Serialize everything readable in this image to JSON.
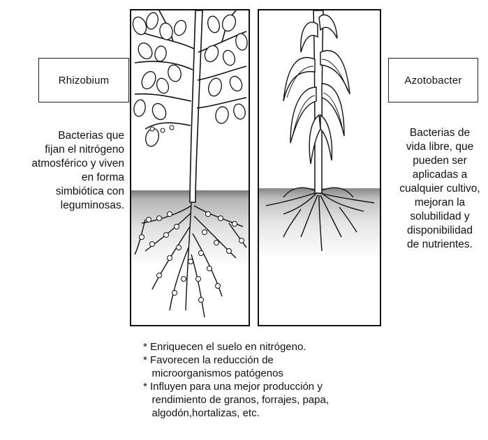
{
  "rhizobium": {
    "title": "Rhizobium",
    "description": [
      "Bacterias que",
      "fijan el nitrógeno",
      "atmosférico y viven",
      "en  forma",
      "simbiótica con",
      "leguminosas."
    ]
  },
  "azotobacter": {
    "title": "Azotobacter",
    "description": [
      "Bacterias de",
      "vida libre, que",
      "pueden ser",
      "aplicadas a",
      "cualquier cultivo,",
      "mejoran la",
      "solubilidad y",
      "disponibilidad",
      "de nutrientes."
    ]
  },
  "benefits": [
    "* Enriquecen el suelo en nitrógeno.",
    "* Favorecen la reducción de",
    "   microorganismos patógenos",
    "* Influyen para una mejor producción y",
    "   rendimiento de granos, forrajes, papa,",
    "   algodón,hortalizas, etc."
  ]
}
